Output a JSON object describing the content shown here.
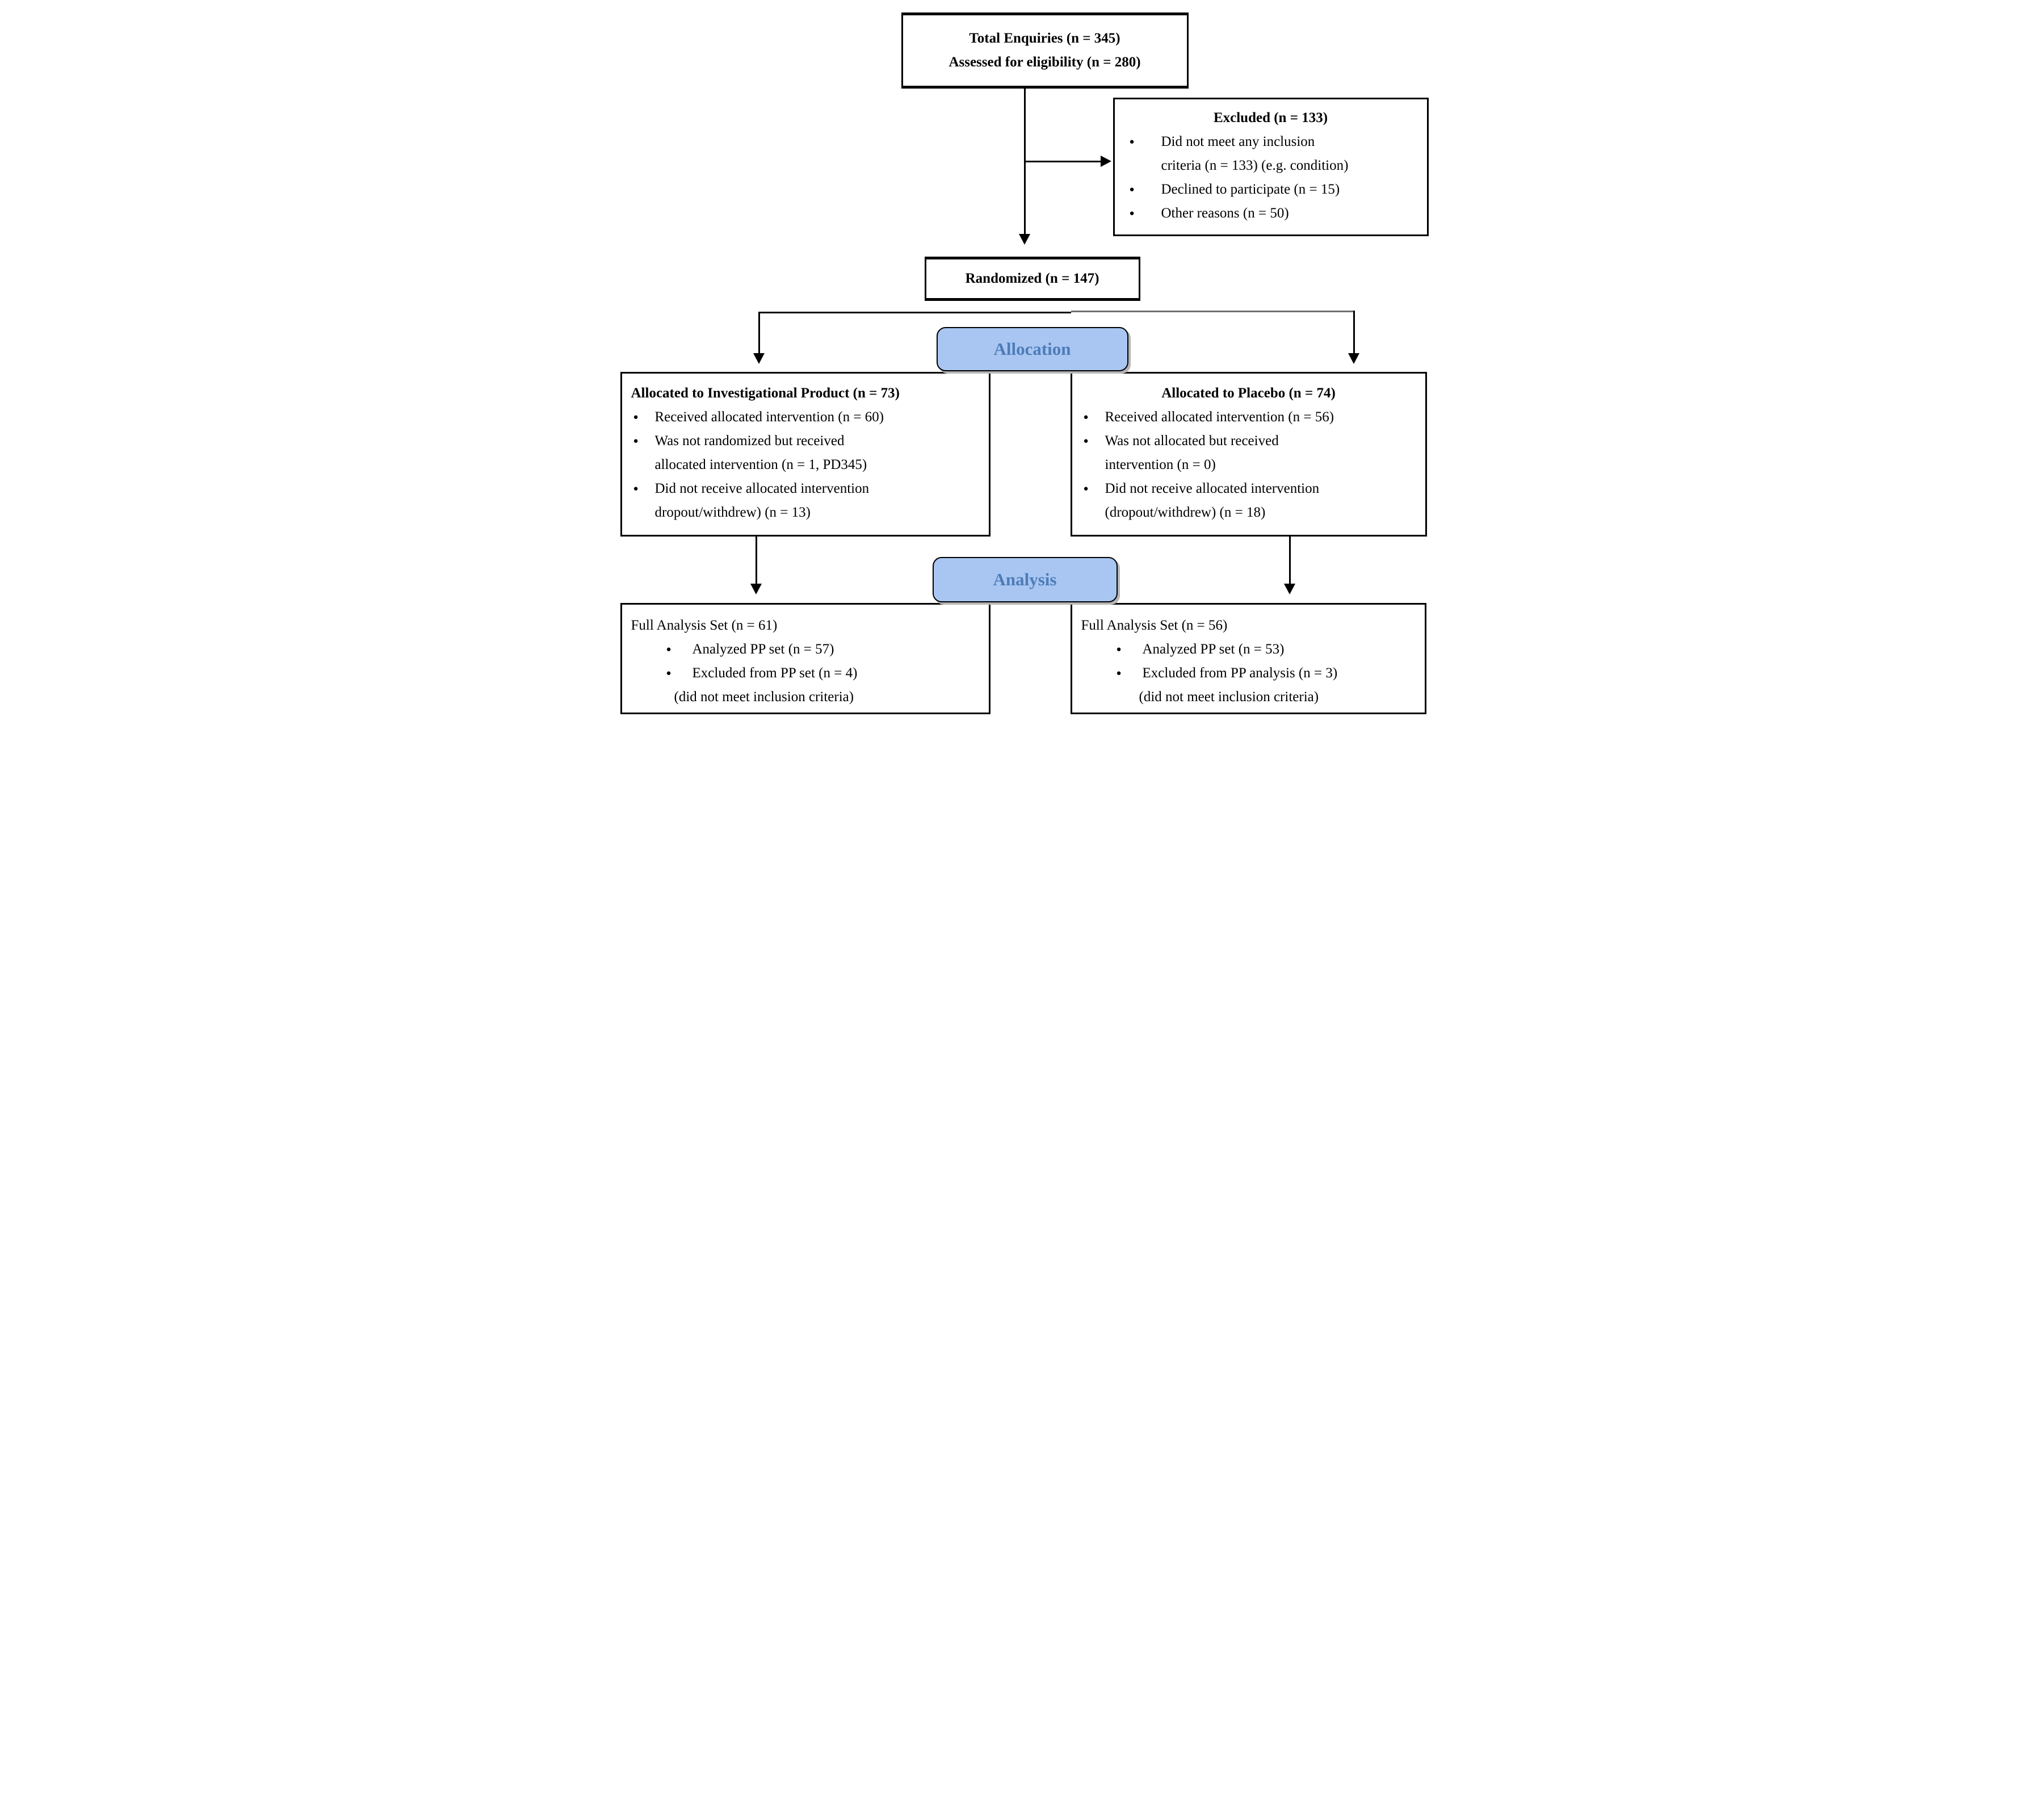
{
  "diagram": {
    "top_box": {
      "lines": [
        "Total Enquiries (n = 345)",
        "Assessed for eligibility (n = 280)"
      ]
    },
    "excluded_box": {
      "title": "Excluded (n = 133)",
      "bullets": [
        [
          "Did not meet any inclusion",
          "criteria (n = 133) (e.g. condition)"
        ],
        [
          "Declined to participate (n = 15)"
        ],
        [
          "Other reasons (n = 50)"
        ]
      ]
    },
    "randomized_box": {
      "title": "Randomized (n = 147)"
    },
    "stage_labels": {
      "allocation": "Allocation",
      "analysis": "Analysis"
    },
    "allocation_left_box": {
      "title": "Allocated to Investigational Product (n = 73)",
      "bullets": [
        [
          "Received allocated intervention (n = 60)"
        ],
        [
          "Was not randomized but received",
          "allocated intervention (n = 1, PD345)"
        ],
        [
          "Did not receive allocated intervention",
          "dropout/withdrew) (n = 13)"
        ]
      ]
    },
    "allocation_right_box": {
      "title": "Allocated to Placebo (n = 74)",
      "bullets": [
        [
          "Received allocated intervention (n = 56)"
        ],
        [
          "Was not allocated but received",
          "intervention (n = 0)"
        ],
        [
          "Did not receive allocated intervention",
          "(dropout/withdrew) (n = 18)"
        ]
      ]
    },
    "analysis_left_box": {
      "title": "Full Analysis Set (n = 61)",
      "bullets": [
        [
          "Analyzed PP set (n = 57)"
        ],
        [
          "Excluded from PP set (n = 4)"
        ]
      ],
      "footnote": "(did not meet inclusion criteria)"
    },
    "analysis_right_box": {
      "title": "Full Analysis Set (n = 56)",
      "bullets": [
        [
          "Analyzed PP set (n = 53)"
        ],
        [
          "Excluded from PP analysis (n = 3)"
        ]
      ],
      "footnote": "(did not meet inclusion criteria)"
    },
    "colors": {
      "stage_fill": "#a9c6f2",
      "stage_text": "#4d7cb8",
      "line_black": "#000000",
      "line_gray": "#6f6f6f"
    }
  }
}
